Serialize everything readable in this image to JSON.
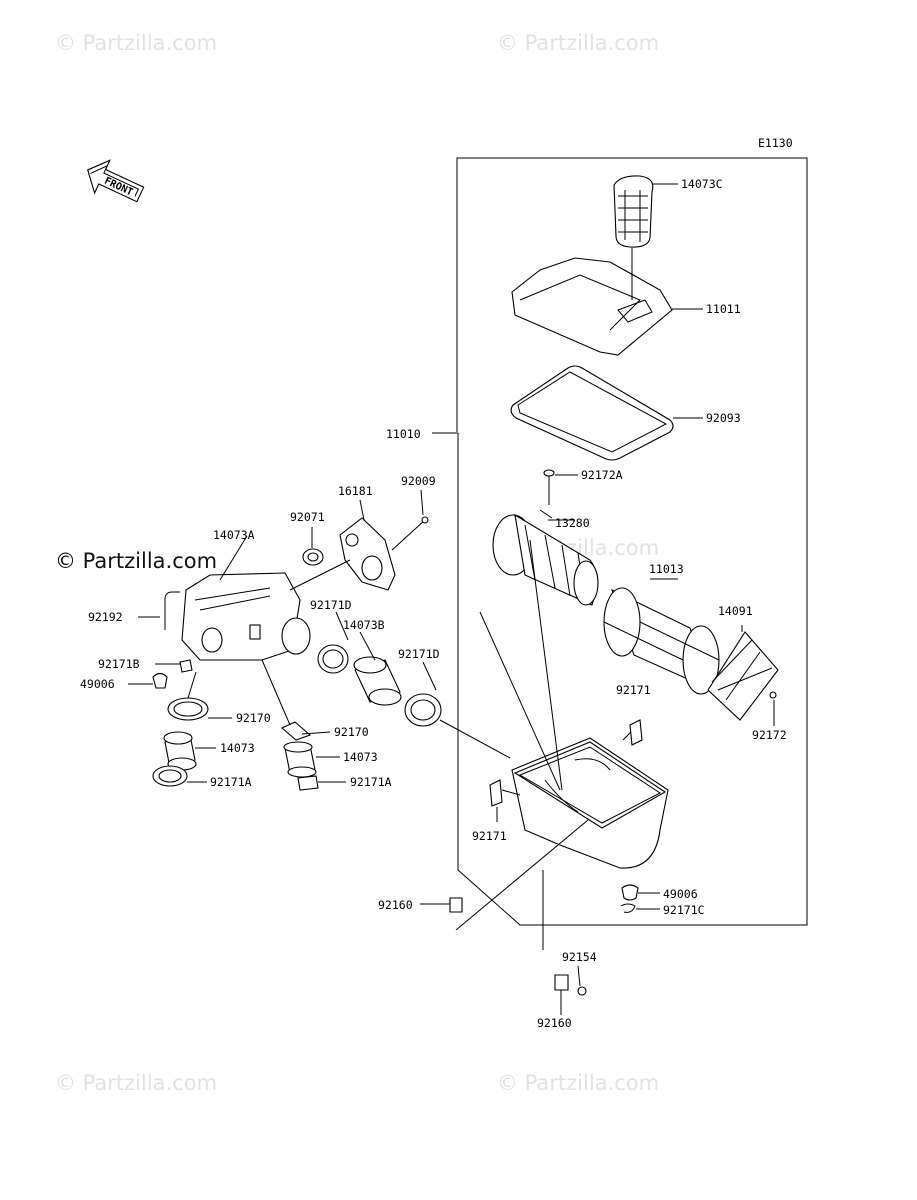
{
  "diagram_code": "E1130",
  "front_label": "FRONT",
  "watermark_text": "© Partzilla.com",
  "colors": {
    "line": "#000000",
    "watermark_light": "#e2e2e2",
    "background": "#ffffff"
  },
  "parts": {
    "p14073C": "14073C",
    "p11011": "11011",
    "p92093": "92093",
    "p11010": "11010",
    "p92172A": "92172A",
    "p13280": "13280",
    "p11013": "11013",
    "p14091": "14091",
    "p92172": "92172",
    "p92171_upper": "92171",
    "p92171_lower": "92171",
    "p49006_right": "49006",
    "p92171C": "92171C",
    "p92160_left": "92160",
    "p92154": "92154",
    "p92160_bottom": "92160",
    "p16181": "16181",
    "p92009": "92009",
    "p92071": "92071",
    "p14073A": "14073A",
    "p92192": "92192",
    "p92171D_a": "92171D",
    "p14073B": "14073B",
    "p92171D_b": "92171D",
    "p92171B": "92171B",
    "p49006_left": "49006",
    "p92170_left": "92170",
    "p92170_mid": "92170",
    "p14073_left": "14073",
    "p14073_mid": "14073",
    "p92171A_left": "92171A",
    "p92171A_mid": "92171A"
  }
}
